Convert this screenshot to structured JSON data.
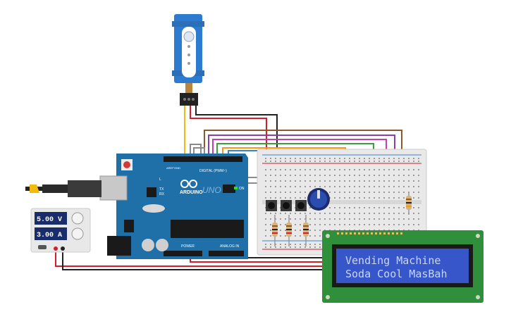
{
  "power_supply": {
    "voltage": "5.00 V",
    "current": "3.00 A"
  },
  "lcd": {
    "line1": "Vending Machine",
    "line2": "Soda Cool MasBah"
  },
  "arduino": {
    "brand": "ARDUINO",
    "model": "UNO",
    "on_label": "ON",
    "digital_label": "DIGITAL (PWM~)",
    "power_label": "POWER",
    "analog_label": "ANALOG IN",
    "aref_label": "AREF",
    "gnd_label": "GND",
    "tx_label": "TX",
    "rx_label": "RX",
    "l_label": "L"
  },
  "colors": {
    "board_blue": "#1f6fa8",
    "breadboard": "#e9e9e9",
    "lcd_bg": "#3656c9",
    "lcd_text": "#c9d7ff",
    "lcd_pcb": "#2f8f3b",
    "servo_blue": "#2c7bd1"
  }
}
